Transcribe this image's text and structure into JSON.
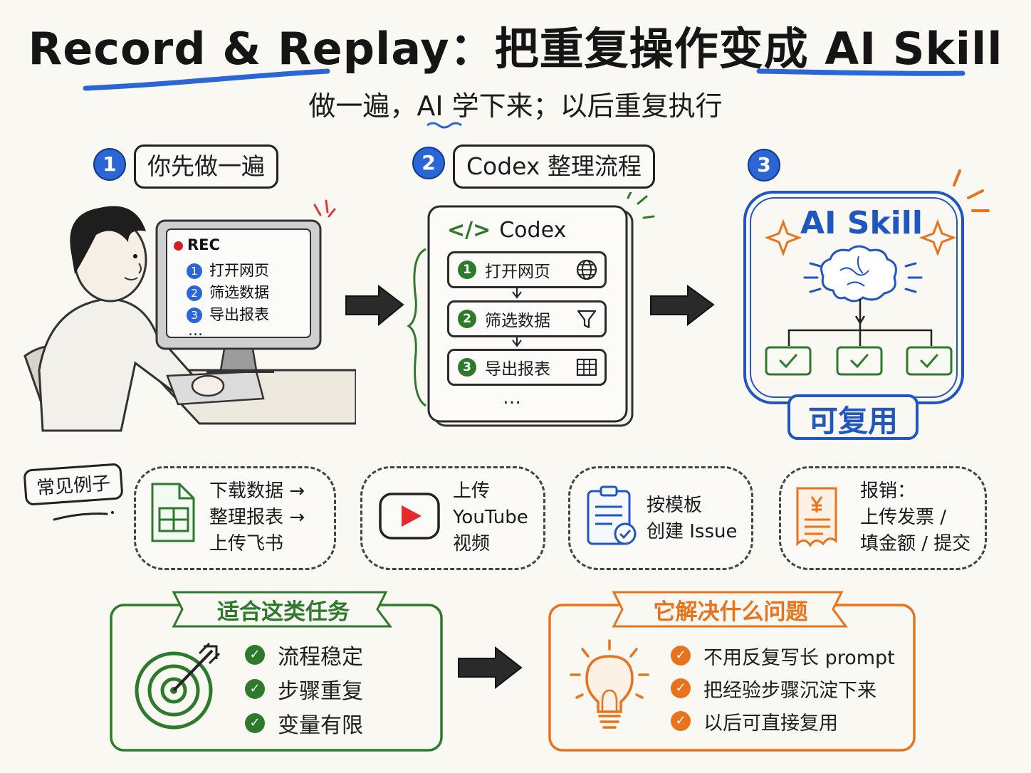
{
  "title": "Record & Replay：把重复操作变成 AI Skill",
  "subtitle": "做一遍，AI 学下来；以后重复执行",
  "steps": [
    {
      "num": "1",
      "label": "你先做一遍"
    },
    {
      "num": "2",
      "label": "Codex 整理流程"
    },
    {
      "num": "3",
      "label": ""
    }
  ],
  "screen": {
    "rec": "REC",
    "items": [
      {
        "num": "1",
        "text": "打开网页"
      },
      {
        "num": "2",
        "text": "筛选数据"
      },
      {
        "num": "3",
        "text": "导出报表"
      }
    ],
    "more": "…"
  },
  "codex": {
    "tag": "</>",
    "title": "Codex",
    "items": [
      {
        "num": "1",
        "text": "打开网页",
        "icon": "globe-icon"
      },
      {
        "num": "2",
        "text": "筛选数据",
        "icon": "funnel-icon"
      },
      {
        "num": "3",
        "text": "导出报表",
        "icon": "table-icon"
      }
    ],
    "more": "…"
  },
  "skill": {
    "title": "AI Skill",
    "reuse": "可复用"
  },
  "examples": {
    "label": "常见例子",
    "cards": [
      {
        "lines": [
          "下载数据 →",
          "整理报表 →",
          "上传飞书"
        ],
        "icon": "spreadsheet-icon"
      },
      {
        "lines": [
          "上传",
          "YouTube",
          "视频"
        ],
        "icon": "youtube-icon"
      },
      {
        "lines": [
          "按模板",
          "创建 Issue"
        ],
        "icon": "clipboard-icon"
      },
      {
        "lines": [
          "报销：",
          "上传发票 /",
          "填金额 / 提交"
        ],
        "icon": "receipt-icon"
      }
    ]
  },
  "fit": {
    "title": "适合这类任务",
    "items": [
      "流程稳定",
      "步骤重复",
      "变量有限"
    ]
  },
  "solve": {
    "title": "它解决什么问题",
    "items": [
      "不用反复写长 prompt",
      "把经验步骤沉淀下来",
      "以后可直接复用"
    ]
  },
  "colors": {
    "blue": "#2a66d6",
    "green": "#2d7a2d",
    "orange": "#e8731c",
    "dark": "#222222"
  }
}
